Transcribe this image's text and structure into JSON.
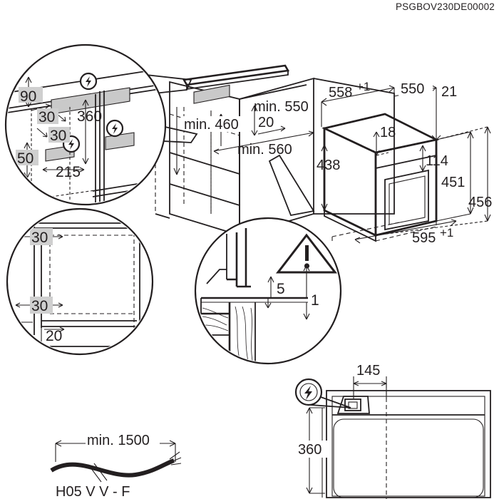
{
  "document": {
    "id": "PSGBOV230DE00002",
    "type": "built-in-oven-installation-drawing",
    "units": "mm"
  },
  "header": {
    "doc_number": "PSGBOV230DE00002"
  },
  "views": {
    "detail_socket_zone": {
      "name": "top-left-detail-circle",
      "dims": [
        "90",
        "30",
        "360",
        "30",
        "50",
        "215"
      ],
      "icons": [
        "power-bolt-icon",
        "power-bolt-icon",
        "power-bolt-icon"
      ]
    },
    "detail_ventilation": {
      "name": "mid-left-detail-circle",
      "dims": [
        "30",
        "30",
        "20"
      ]
    },
    "detail_worktop": {
      "name": "bottom-center-detail-circle",
      "dims": [
        "5",
        "1"
      ],
      "icons": [
        "warning-triangle-icon"
      ]
    },
    "cabinet": {
      "name": "cabinet-niche-view",
      "dims": [
        "min. 460",
        "min. 550",
        "20",
        "min. 560"
      ]
    },
    "appliance": {
      "name": "oven-isometric-view",
      "dims": [
        "558",
        "550",
        "21",
        "18",
        "114",
        "438",
        "451",
        "456",
        "595"
      ],
      "tolerances": {
        "depth_558": "+1",
        "width_595": "+1"
      }
    },
    "cable": {
      "name": "power-cable-view",
      "length": "min. 1500",
      "type_label": "H05 V V - F"
    },
    "front": {
      "name": "oven-front-view",
      "dims": [
        "145",
        "360"
      ],
      "icons": [
        "power-bolt-icon"
      ]
    }
  },
  "labels": {
    "d90": "90",
    "d30a": "30",
    "d360": "360",
    "d30b": "30",
    "d50": "50",
    "d215": "215",
    "v30a": "30",
    "v30b": "30",
    "v20": "20",
    "w5": "5",
    "w1": "1",
    "min460": "min. 460",
    "min550": "min. 550",
    "n20": "20",
    "min560": "min. 560",
    "a558": "558",
    "a558sup": "+1",
    "a550": "550",
    "a21": "21",
    "a18": "18",
    "a114": "114",
    "a438": "438",
    "a451": "451",
    "a456": "456",
    "a595": "595",
    "a595sup": "+1",
    "cable_len": "min. 1500",
    "cable_type": "H05 V V - F",
    "f145": "145",
    "f360": "360"
  },
  "colors": {
    "ink": "#231f20",
    "paper": "#ffffff",
    "highlight": "#cfcfcf",
    "shade": "#c9c9c9"
  }
}
